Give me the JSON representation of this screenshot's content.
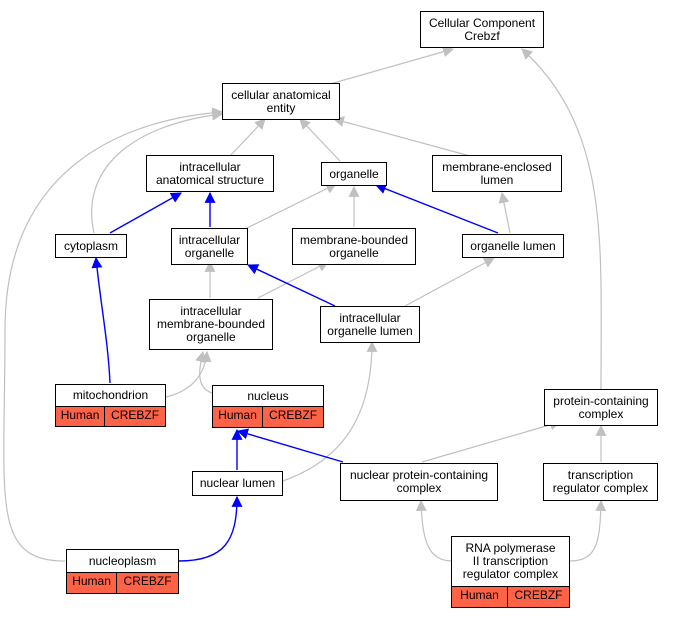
{
  "colors": {
    "gray_edge": "#c0c0c0",
    "blue_edge": "#0000ff",
    "annotation_fill": "#ff6347"
  },
  "nodes": {
    "cellular_component": "Cellular Component\nCrebzf",
    "cellular_anatomical_entity": "cellular anatomical\nentity",
    "intracellular_anatomical_structure": "intracellular\nanatomical structure",
    "organelle": "organelle",
    "membrane_enclosed_lumen": "membrane-enclosed\nlumen",
    "cytoplasm": "cytoplasm",
    "intracellular_organelle": "intracellular\norganelle",
    "membrane_bounded_organelle": "membrane-bounded\norganelle",
    "organelle_lumen": "organelle lumen",
    "intracellular_membrane_bounded_organelle": "intracellular\nmembrane-bounded\norganelle",
    "intracellular_organelle_lumen": "intracellular\norganelle lumen",
    "mitochondrion": "mitochondrion",
    "nucleus": "nucleus",
    "protein_containing_complex": "protein-containing\ncomplex",
    "nuclear_lumen": "nuclear lumen",
    "nuclear_protein_containing_complex": "nuclear protein-containing\ncomplex",
    "transcription_regulator_complex": "transcription\nregulator complex",
    "nucleoplasm": "nucleoplasm",
    "rna_pol_ii_complex": "RNA polymerase\nII transcription\nregulator complex"
  },
  "annotation": {
    "species": "Human",
    "gene": "CREBZF"
  }
}
